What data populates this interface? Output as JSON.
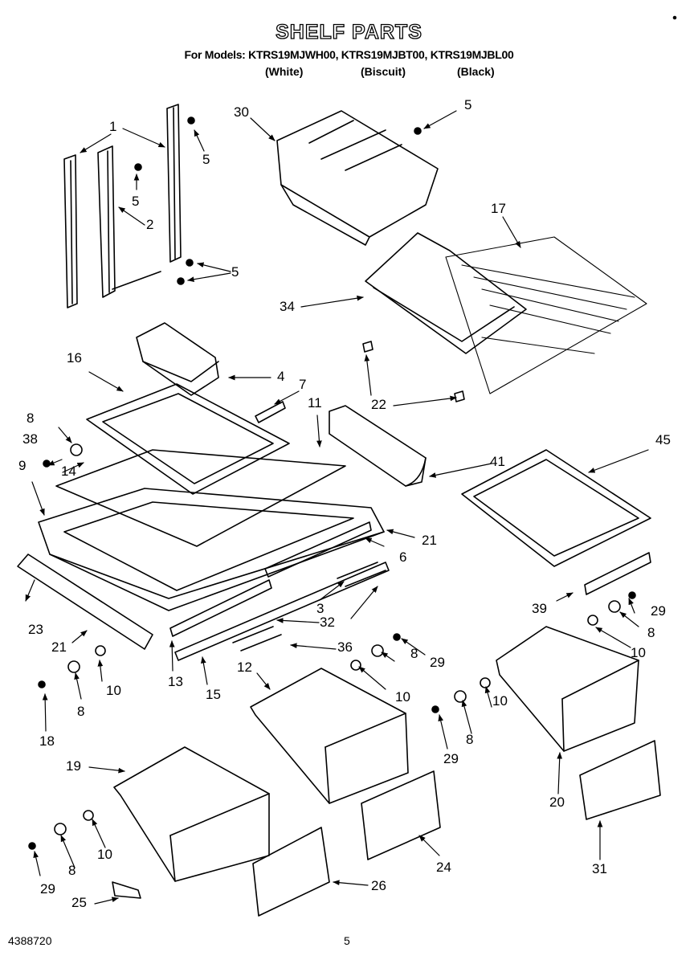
{
  "header": {
    "title": "SHELF PARTS",
    "models": "For Models: KTRS19MJWH00, KTRS19MJBT00, KTRS19MJBL00",
    "variants": [
      "(White)",
      "(Biscuit)",
      "(Black)"
    ]
  },
  "parts": [
    {
      "label": "1"
    },
    {
      "label": "2"
    },
    {
      "label": "5"
    },
    {
      "label": "5"
    },
    {
      "label": "5"
    },
    {
      "label": "5"
    },
    {
      "label": "30"
    },
    {
      "label": "17"
    },
    {
      "label": "34"
    },
    {
      "label": "22"
    },
    {
      "label": "16"
    },
    {
      "label": "4"
    },
    {
      "label": "7"
    },
    {
      "label": "11"
    },
    {
      "label": "8"
    },
    {
      "label": "38"
    },
    {
      "label": "14"
    },
    {
      "label": "9"
    },
    {
      "label": "41"
    },
    {
      "label": "45"
    },
    {
      "label": "21"
    },
    {
      "label": "6"
    },
    {
      "label": "3"
    },
    {
      "label": "32"
    },
    {
      "label": "36"
    },
    {
      "label": "39"
    },
    {
      "label": "29"
    },
    {
      "label": "8"
    },
    {
      "label": "10"
    },
    {
      "label": "23"
    },
    {
      "label": "21"
    },
    {
      "label": "13"
    },
    {
      "label": "15"
    },
    {
      "label": "10"
    },
    {
      "label": "8"
    },
    {
      "label": "18"
    },
    {
      "label": "12"
    },
    {
      "label": "8"
    },
    {
      "label": "29"
    },
    {
      "label": "10"
    },
    {
      "label": "10"
    },
    {
      "label": "8"
    },
    {
      "label": "29"
    },
    {
      "label": "20"
    },
    {
      "label": "19"
    },
    {
      "label": "10"
    },
    {
      "label": "8"
    },
    {
      "label": "29"
    },
    {
      "label": "24"
    },
    {
      "label": "31"
    },
    {
      "label": "26"
    },
    {
      "label": "25"
    }
  ],
  "footer": {
    "doc_number": "4388720",
    "page_number": "5"
  }
}
